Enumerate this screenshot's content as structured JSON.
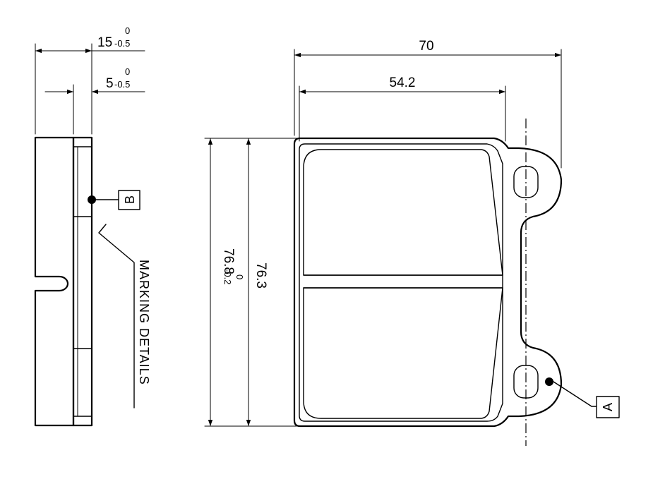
{
  "dimensions": {
    "overall_width": "70",
    "friction_width": "54.2",
    "inner_height": "76.3",
    "overall_height": "76.8",
    "overall_height_tol_upper": "0",
    "overall_height_tol_lower": "-0.2",
    "total_thickness": "15",
    "total_thickness_tol_upper": "0",
    "total_thickness_tol_lower": "-0.5",
    "plate_thickness": "5",
    "plate_thickness_tol_upper": "0",
    "plate_thickness_tol_lower": "-0.5"
  },
  "labels": {
    "detail_a": "A",
    "detail_b": "B",
    "marking_details": "MARKING DETAILS"
  }
}
